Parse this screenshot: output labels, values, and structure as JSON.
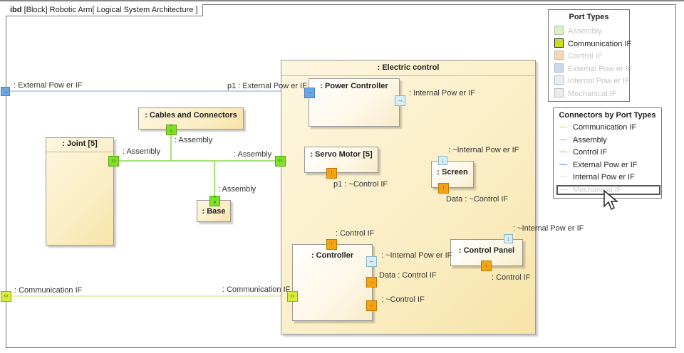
{
  "diagram": {
    "kind": "ibd",
    "title": "[Block] Robotic Arm[ Logical System Architecture ]"
  },
  "blocks": {
    "electric_control": ": Electric control",
    "power_controller": ": Power Controller",
    "servo_motor": ": Servo Motor [5]",
    "screen": ": Screen",
    "controller": ": Controller",
    "control_panel": ": Control Panel",
    "cables": ": Cables and Connectors",
    "joint": ": Joint [5]",
    "base": ": Base"
  },
  "labels": {
    "ext_power_outer": ": External Pow er IF",
    "ext_power_pc": "p1 : External Pow er IF",
    "int_power_pc": ": Internal Pow er IF",
    "int_power_screen": ": ~Internal Pow er IF",
    "int_power_panel": ": ~Internal Pow er IF",
    "int_power_controller": ": ~Internal Pow er IF",
    "servo_control": "p1 : ~Control IF",
    "screen_control": "Data : ~Control IF",
    "controller_control_top": ": Control IF",
    "controller_data": "Data : Control IF",
    "controller_tilde_control": ": ~Control IF",
    "panel_control": ": Control IF",
    "asm_joint": ": Assembly",
    "asm_cables": ": Assembly",
    "asm_electric": ": Assembly",
    "asm_base": ": Assembly",
    "comm_outer": ": Communication IF",
    "comm_inner": ": Communication IF"
  },
  "port_types_legend": {
    "title": "Port Types",
    "items": [
      {
        "label": "Assembly",
        "color": "#d4f5c0",
        "active": false
      },
      {
        "label": "Communication IF",
        "color": "#c8dc28",
        "active": true
      },
      {
        "label": "Control IF",
        "color": "#f8d8b0",
        "active": false
      },
      {
        "label": "External Pow er IF",
        "color": "#c8d8f0",
        "active": false
      },
      {
        "label": "Internal Pow er IF",
        "color": "#e2eef8",
        "active": false
      },
      {
        "label": "Mechanical IF",
        "color": "#ececec",
        "active": false
      }
    ]
  },
  "connectors_legend": {
    "title": "Connectors by Port Types",
    "items": [
      {
        "label": "Communication IF",
        "color": "#c8dc50",
        "active": true
      },
      {
        "label": "Assembly",
        "color": "#80d840",
        "active": true
      },
      {
        "label": "Control IF",
        "color": "#f0a040",
        "active": true
      },
      {
        "label": "External Pow er IF",
        "color": "#7090d8",
        "active": true
      },
      {
        "label": "Internal Pow er IF",
        "color": "#d0dde8",
        "active": true
      },
      {
        "label": "Mechanical IF",
        "color": "#e0e0e0",
        "active": false,
        "selected": true
      }
    ]
  },
  "colors": {
    "assembly": "#7ee02a",
    "communication": "#d8ec3a",
    "control": "#f5a313",
    "external_power": "#6aa8e8",
    "internal_power": "#c8e0ec"
  }
}
